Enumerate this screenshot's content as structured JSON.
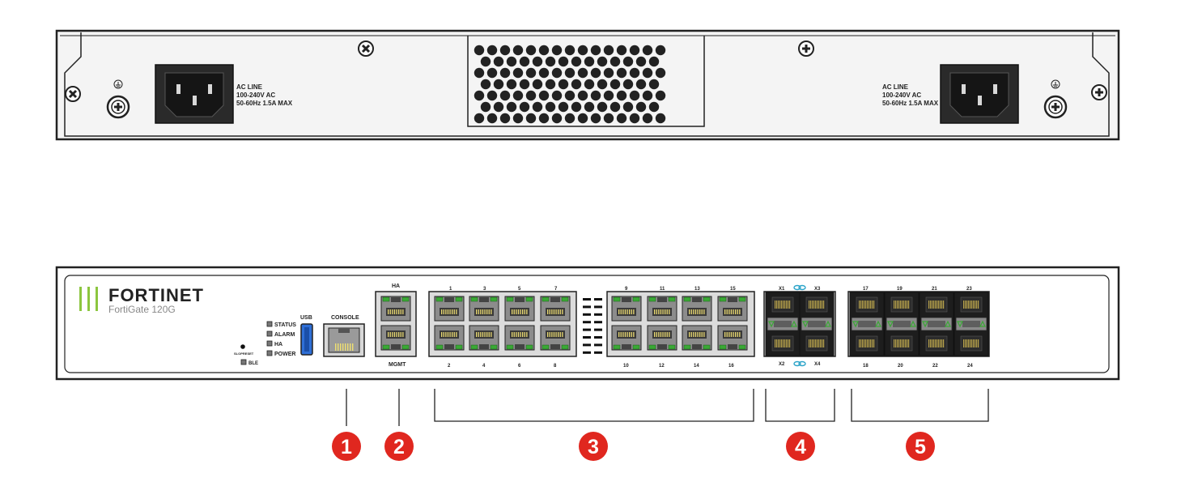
{
  "rear_panel": {
    "psu_left": {
      "lines": [
        "AC LINE",
        "100-240V AC",
        "50-60Hz 1.5A MAX"
      ]
    },
    "psu_right": {
      "lines": [
        "AC LINE",
        "100-240V AC",
        "50-60Hz 1.5A MAX"
      ]
    }
  },
  "front_panel": {
    "brand": "FORTINET",
    "model": "FortiGate 120G",
    "reset_label": "SLOPRESET",
    "ble_label": "BLE",
    "leds": [
      "STATUS",
      "ALARM",
      "HA",
      "POWER"
    ],
    "usb_label": "USB",
    "console_label": "CONSOLE",
    "ha_label": "HA",
    "mgmt_label": "MGMT",
    "rj45_group_a": {
      "top": [
        "1",
        "3",
        "5",
        "7"
      ],
      "bottom": [
        "2",
        "4",
        "6",
        "8"
      ]
    },
    "rj45_group_b": {
      "top": [
        "9",
        "11",
        "13",
        "15"
      ],
      "bottom": [
        "10",
        "12",
        "14",
        "16"
      ]
    },
    "sfp_plus": {
      "top": [
        "X1",
        "X3"
      ],
      "bottom": [
        "X2",
        "X4"
      ]
    },
    "sfp": {
      "top": [
        "17",
        "19",
        "21",
        "23"
      ],
      "bottom": [
        "18",
        "20",
        "22",
        "24"
      ]
    }
  },
  "callouts": [
    "1",
    "2",
    "3",
    "4",
    "5"
  ],
  "colors": {
    "callout": "#e0271f",
    "port_led": "#3aa835",
    "brand_bars": "#8cc63f",
    "chassis_stroke": "#222222",
    "usb_blue": "#2f6fd6",
    "link_icon": "#2aa3c8"
  }
}
